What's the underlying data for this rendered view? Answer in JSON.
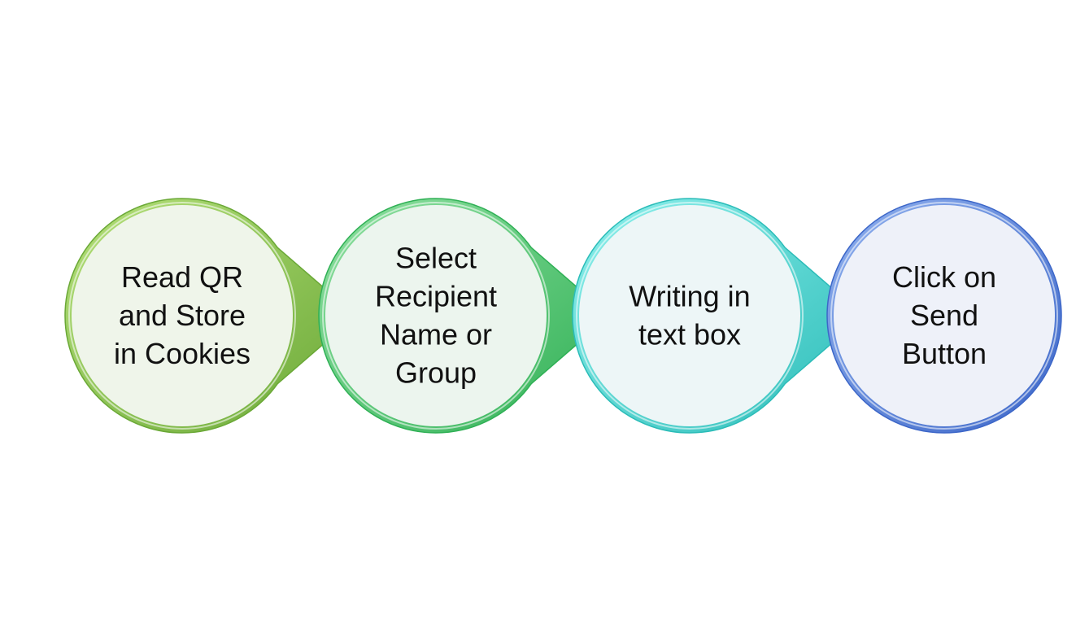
{
  "steps": [
    {
      "lines": [
        "Read QR",
        "and Store",
        "in Cookies"
      ],
      "color_light": "#b5e07a",
      "color_dark": "#6aa836",
      "fill": "#eff5ea"
    },
    {
      "lines": [
        "Select",
        "Recipient",
        "Name or",
        "Group"
      ],
      "color_light": "#8fe0a0",
      "color_dark": "#2fb055",
      "fill": "#ecf5ee"
    },
    {
      "lines": [
        "Writing in",
        "text box"
      ],
      "color_light": "#8ef0ec",
      "color_dark": "#2bbcb8",
      "fill": "#edf6f7"
    },
    {
      "lines": [
        "Click on",
        "Send",
        "Button"
      ],
      "color_light": "#8fb0ee",
      "color_dark": "#3c66c8",
      "fill": "#eef1f9"
    }
  ]
}
